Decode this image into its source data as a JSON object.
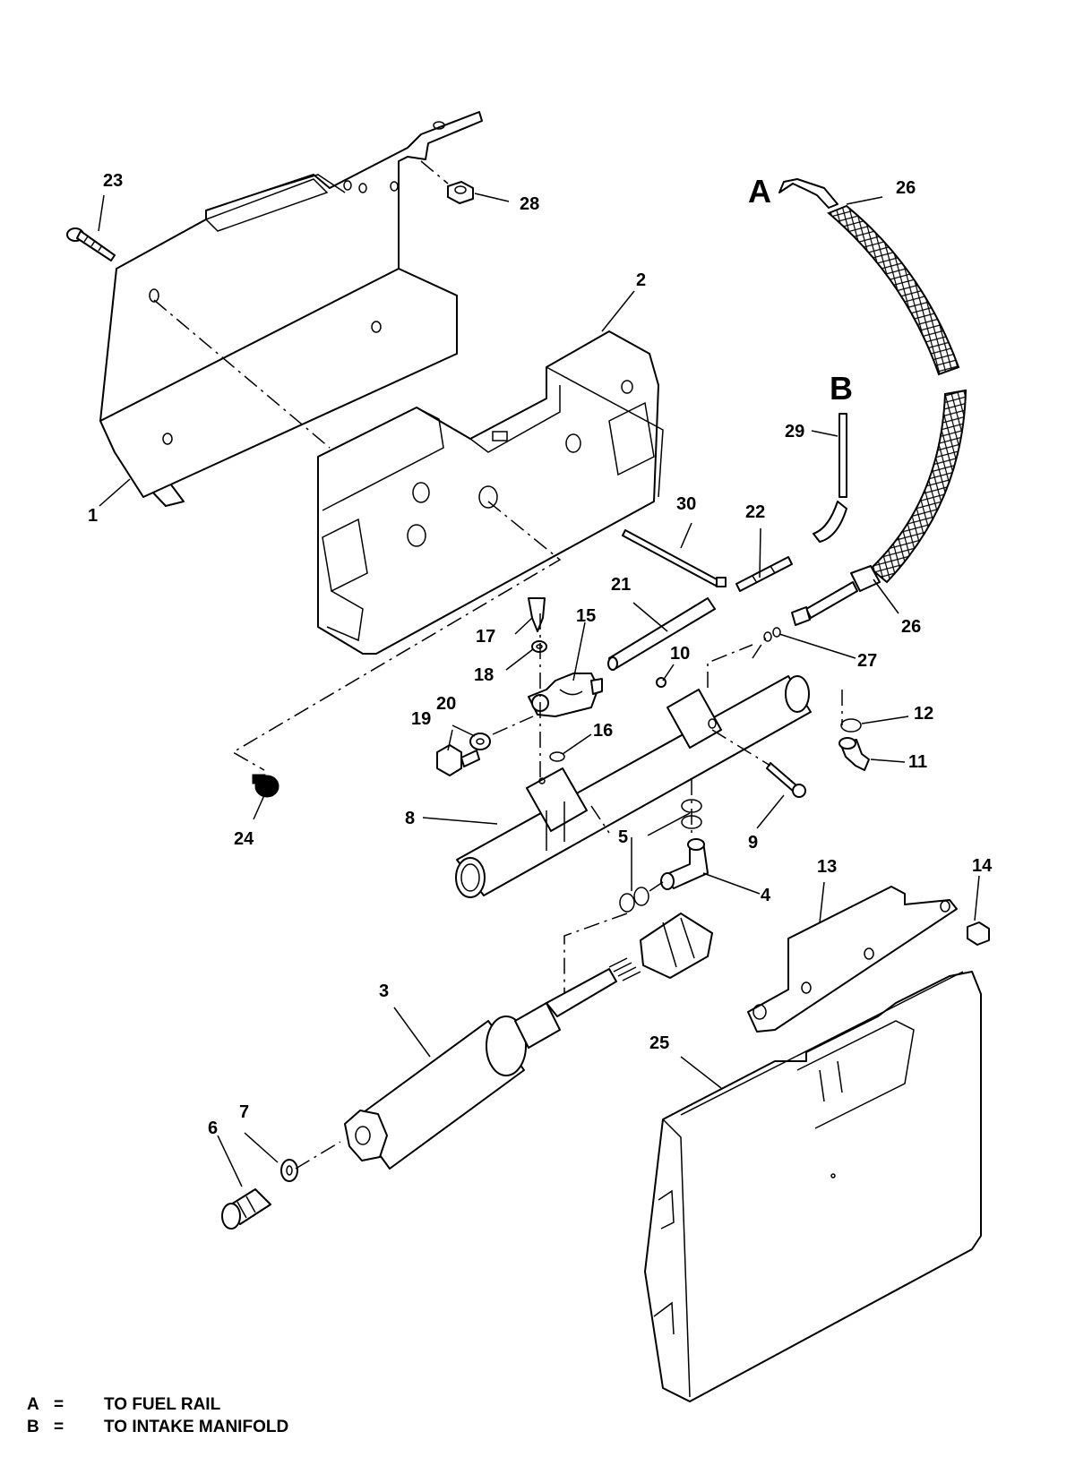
{
  "callouts": [
    {
      "id": "1",
      "text": "1"
    },
    {
      "id": "2",
      "text": "2"
    },
    {
      "id": "3",
      "text": "3"
    },
    {
      "id": "4",
      "text": "4"
    },
    {
      "id": "5",
      "text": "5"
    },
    {
      "id": "6",
      "text": "6"
    },
    {
      "id": "7",
      "text": "7"
    },
    {
      "id": "8",
      "text": "8"
    },
    {
      "id": "9",
      "text": "9"
    },
    {
      "id": "10",
      "text": "10"
    },
    {
      "id": "11",
      "text": "11"
    },
    {
      "id": "12",
      "text": "12"
    },
    {
      "id": "13",
      "text": "13"
    },
    {
      "id": "14",
      "text": "14"
    },
    {
      "id": "15",
      "text": "15"
    },
    {
      "id": "16",
      "text": "16"
    },
    {
      "id": "17",
      "text": "17"
    },
    {
      "id": "18",
      "text": "18"
    },
    {
      "id": "19",
      "text": "19"
    },
    {
      "id": "20",
      "text": "20"
    },
    {
      "id": "21",
      "text": "21"
    },
    {
      "id": "22",
      "text": "22"
    },
    {
      "id": "23",
      "text": "23"
    },
    {
      "id": "24",
      "text": "24"
    },
    {
      "id": "25",
      "text": "25"
    },
    {
      "id": "26a",
      "text": "26"
    },
    {
      "id": "26b",
      "text": "26"
    },
    {
      "id": "27",
      "text": "27"
    },
    {
      "id": "28",
      "text": "28"
    },
    {
      "id": "29",
      "text": "29"
    },
    {
      "id": "30",
      "text": "30"
    }
  ],
  "markers": {
    "a": "A",
    "b": "B"
  },
  "legend": [
    {
      "key": "A",
      "eq": "=",
      "desc": "TO FUEL RAIL"
    },
    {
      "key": "B",
      "eq": "=",
      "desc": "TO INTAKE MANIFOLD"
    }
  ]
}
